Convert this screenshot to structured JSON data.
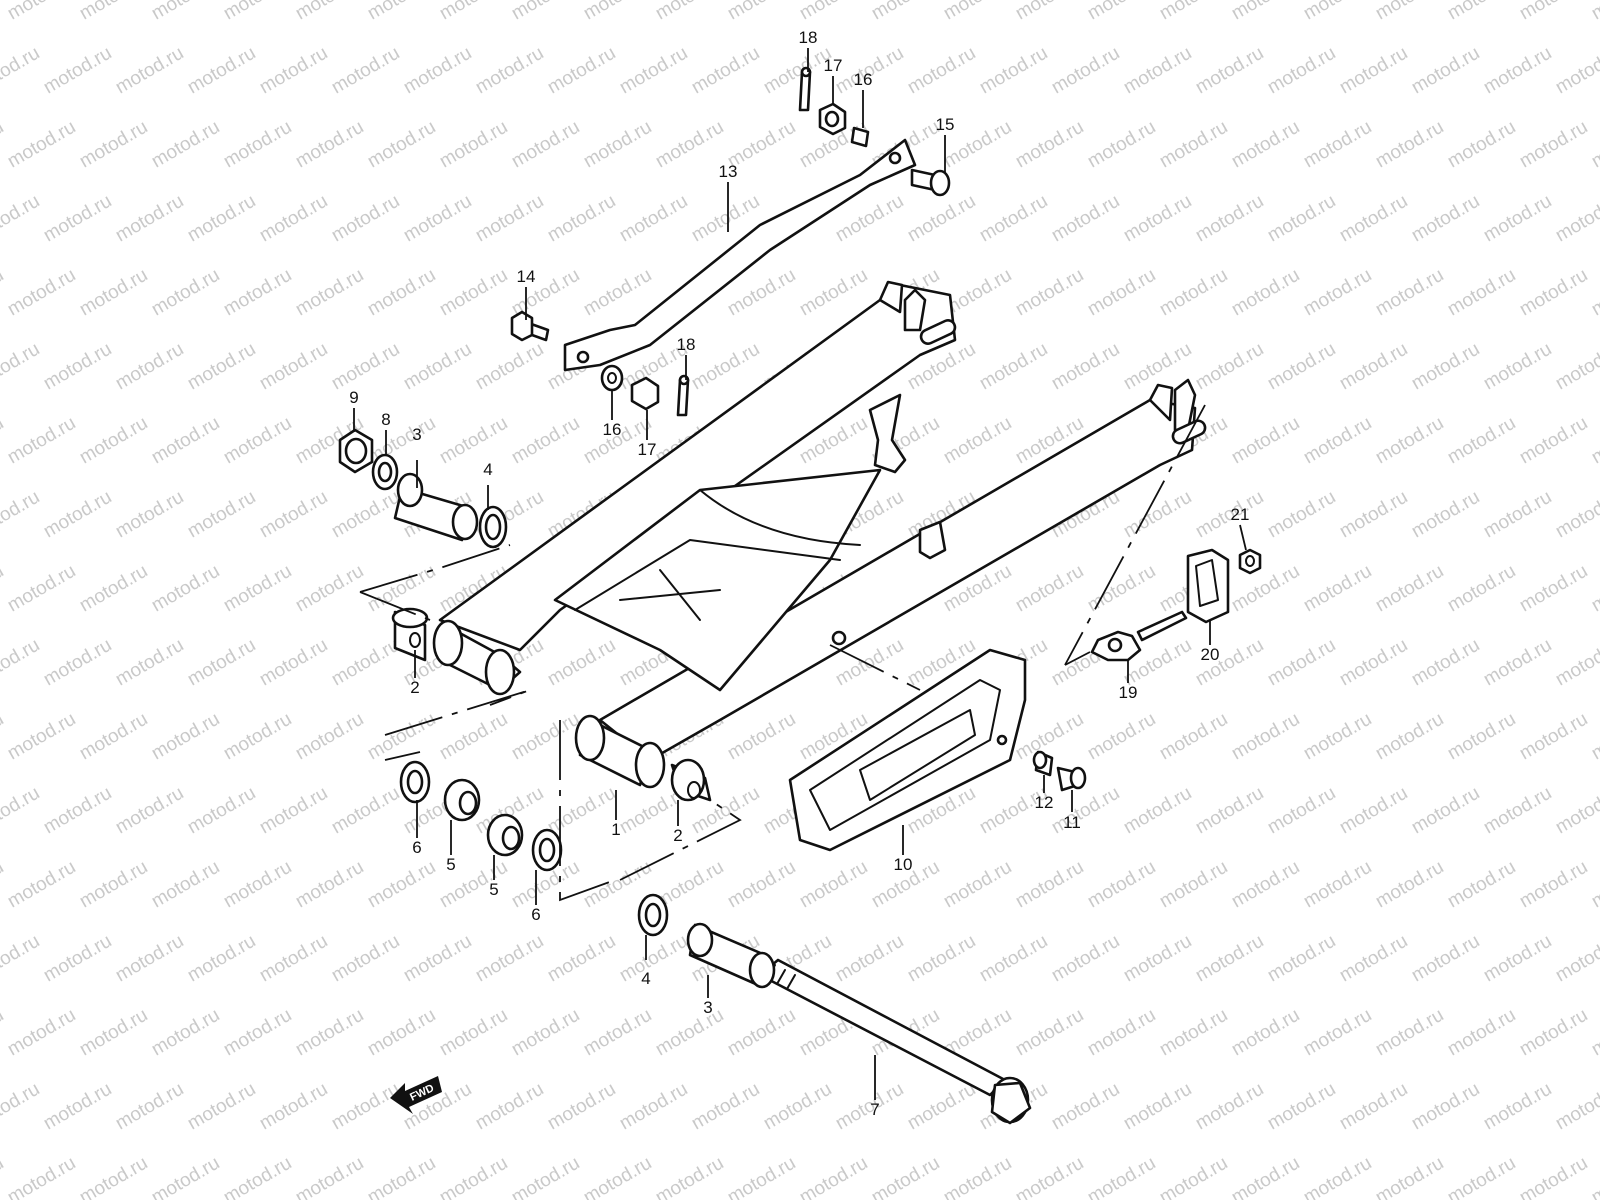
{
  "watermark": {
    "text": "motod.ru",
    "color": "#c9c9c9"
  },
  "fwd_label": "FWD",
  "callouts": [
    {
      "id": "c1",
      "number": "1"
    },
    {
      "id": "c2a",
      "number": "2"
    },
    {
      "id": "c2b",
      "number": "2"
    },
    {
      "id": "c3a",
      "number": "3"
    },
    {
      "id": "c3b",
      "number": "3"
    },
    {
      "id": "c4a",
      "number": "4"
    },
    {
      "id": "c4b",
      "number": "4"
    },
    {
      "id": "c5a",
      "number": "5"
    },
    {
      "id": "c5b",
      "number": "5"
    },
    {
      "id": "c6a",
      "number": "6"
    },
    {
      "id": "c6b",
      "number": "6"
    },
    {
      "id": "c7",
      "number": "7"
    },
    {
      "id": "c8",
      "number": "8"
    },
    {
      "id": "c9",
      "number": "9"
    },
    {
      "id": "c10",
      "number": "10"
    },
    {
      "id": "c11",
      "number": "11"
    },
    {
      "id": "c12",
      "number": "12"
    },
    {
      "id": "c13",
      "number": "13"
    },
    {
      "id": "c14",
      "number": "14"
    },
    {
      "id": "c15",
      "number": "15"
    },
    {
      "id": "c16a",
      "number": "16"
    },
    {
      "id": "c16b",
      "number": "16"
    },
    {
      "id": "c17a",
      "number": "17"
    },
    {
      "id": "c17b",
      "number": "17"
    },
    {
      "id": "c18a",
      "number": "18"
    },
    {
      "id": "c18b",
      "number": "18"
    },
    {
      "id": "c19",
      "number": "19"
    },
    {
      "id": "c20",
      "number": "20"
    },
    {
      "id": "c21",
      "number": "21"
    }
  ]
}
